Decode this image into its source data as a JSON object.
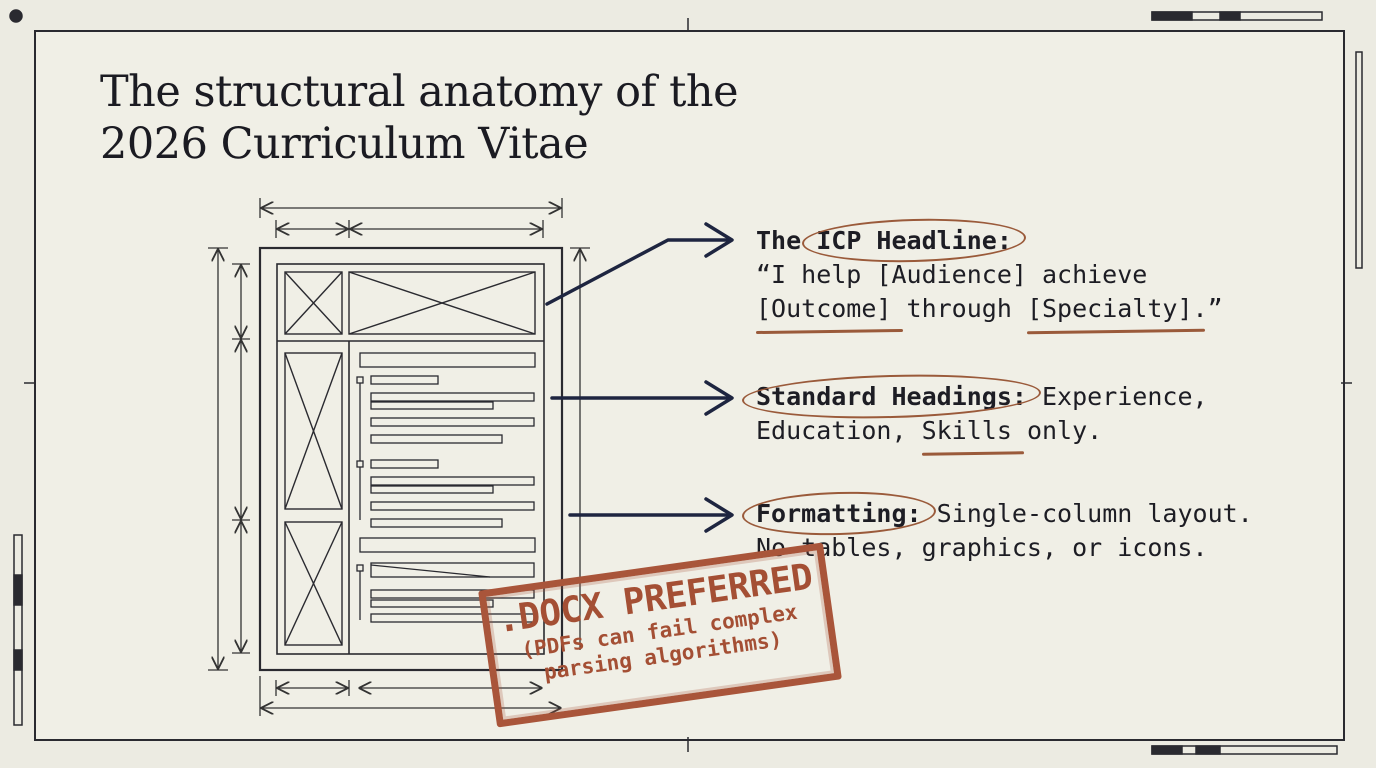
{
  "title": {
    "line1": "The structural anatomy of the",
    "line2": "2026 Curriculum Vitae"
  },
  "callouts": {
    "headline": {
      "the": "The",
      "label": "ICP Headline:",
      "q_open": "“I help [Audience] achieve",
      "outcome": "[Outcome]",
      "through": "through",
      "specialty": "[Specialty]",
      "q_close": ".”"
    },
    "headings": {
      "label": "Standard Headings:",
      "text1": "Experience,",
      "text2_a": "Education,",
      "skills": "Skills",
      "text2_b": "only."
    },
    "formatting": {
      "label": "Formatting:",
      "text1": "Single-column layout.",
      "text2": "No tables, graphics, or icons."
    }
  },
  "stamp": {
    "main": ".DOCX PREFERRED",
    "sub1": "(PDFs can fail complex",
    "sub2": "parsing algorithms)"
  },
  "colors": {
    "ink": "#1c1c22",
    "annotation": "#9a5a3a",
    "arrow": "#1e2540",
    "stamp": "#a9553a"
  }
}
